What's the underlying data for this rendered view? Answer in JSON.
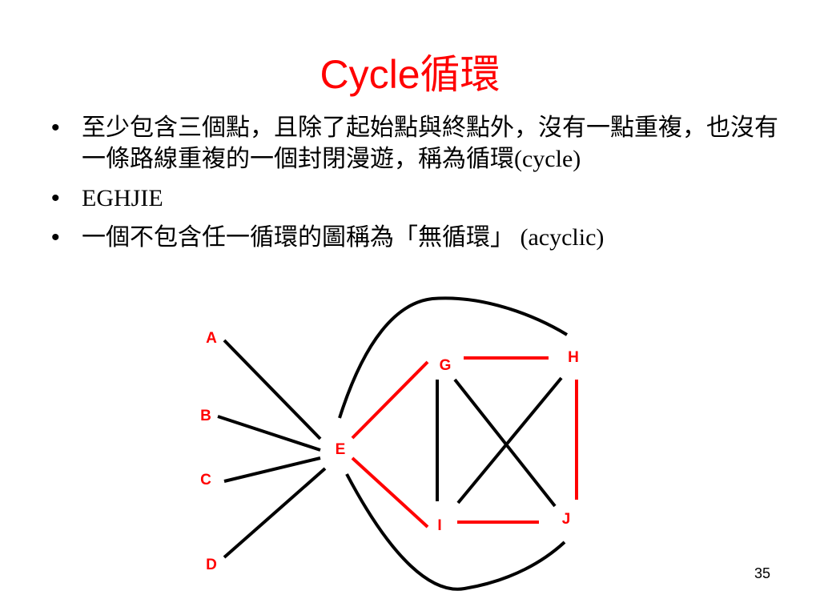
{
  "slide": {
    "title": "Cycle循環",
    "page_number": "35"
  },
  "bullets": [
    {
      "text_cjk": "至少包含三個點，且除了起始點與終點外，沒有一點重複，也沒有一條路線重複的一個封閉漫遊，稱為循環",
      "text_latin": "(cycle)"
    },
    {
      "text_cjk": "",
      "text_latin": "EGHJIE"
    },
    {
      "text_cjk": "一個不包含任一循環的圖稱為「無循環」",
      "text_latin": " (acyclic)"
    }
  ],
  "diagram": {
    "colors": {
      "label_black": "#000000",
      "label_red": "#ff0000",
      "edge_black": "#000000",
      "edge_red": "#ff0000"
    },
    "nodes": [
      {
        "id": "A",
        "label": "A",
        "color": "#ff0000"
      },
      {
        "id": "B",
        "label": "B",
        "color": "#ff0000"
      },
      {
        "id": "C",
        "label": "C",
        "color": "#ff0000"
      },
      {
        "id": "D",
        "label": "D",
        "color": "#ff0000"
      },
      {
        "id": "E",
        "label": "E",
        "color": "#ff0000"
      },
      {
        "id": "G",
        "label": "G",
        "color": "#ff0000"
      },
      {
        "id": "H",
        "label": "H",
        "color": "#ff0000"
      },
      {
        "id": "I",
        "label": "I",
        "color": "#ff0000"
      },
      {
        "id": "J",
        "label": "J",
        "color": "#ff0000"
      }
    ],
    "edges": [
      {
        "from": "A",
        "to": "E",
        "color": "#000000"
      },
      {
        "from": "B",
        "to": "E",
        "color": "#000000"
      },
      {
        "from": "C",
        "to": "E",
        "color": "#000000"
      },
      {
        "from": "D",
        "to": "E",
        "color": "#000000"
      },
      {
        "from": "E",
        "to": "H",
        "color": "#000000",
        "curved": true
      },
      {
        "from": "E",
        "to": "J",
        "color": "#000000",
        "curved": true
      },
      {
        "from": "E",
        "to": "G",
        "color": "#ff0000"
      },
      {
        "from": "E",
        "to": "I",
        "color": "#ff0000"
      },
      {
        "from": "G",
        "to": "H",
        "color": "#ff0000"
      },
      {
        "from": "H",
        "to": "J",
        "color": "#ff0000"
      },
      {
        "from": "I",
        "to": "J",
        "color": "#ff0000"
      },
      {
        "from": "G",
        "to": "I",
        "color": "#000000"
      },
      {
        "from": "G",
        "to": "J",
        "color": "#000000"
      },
      {
        "from": "H",
        "to": "I",
        "color": "#000000"
      }
    ]
  }
}
